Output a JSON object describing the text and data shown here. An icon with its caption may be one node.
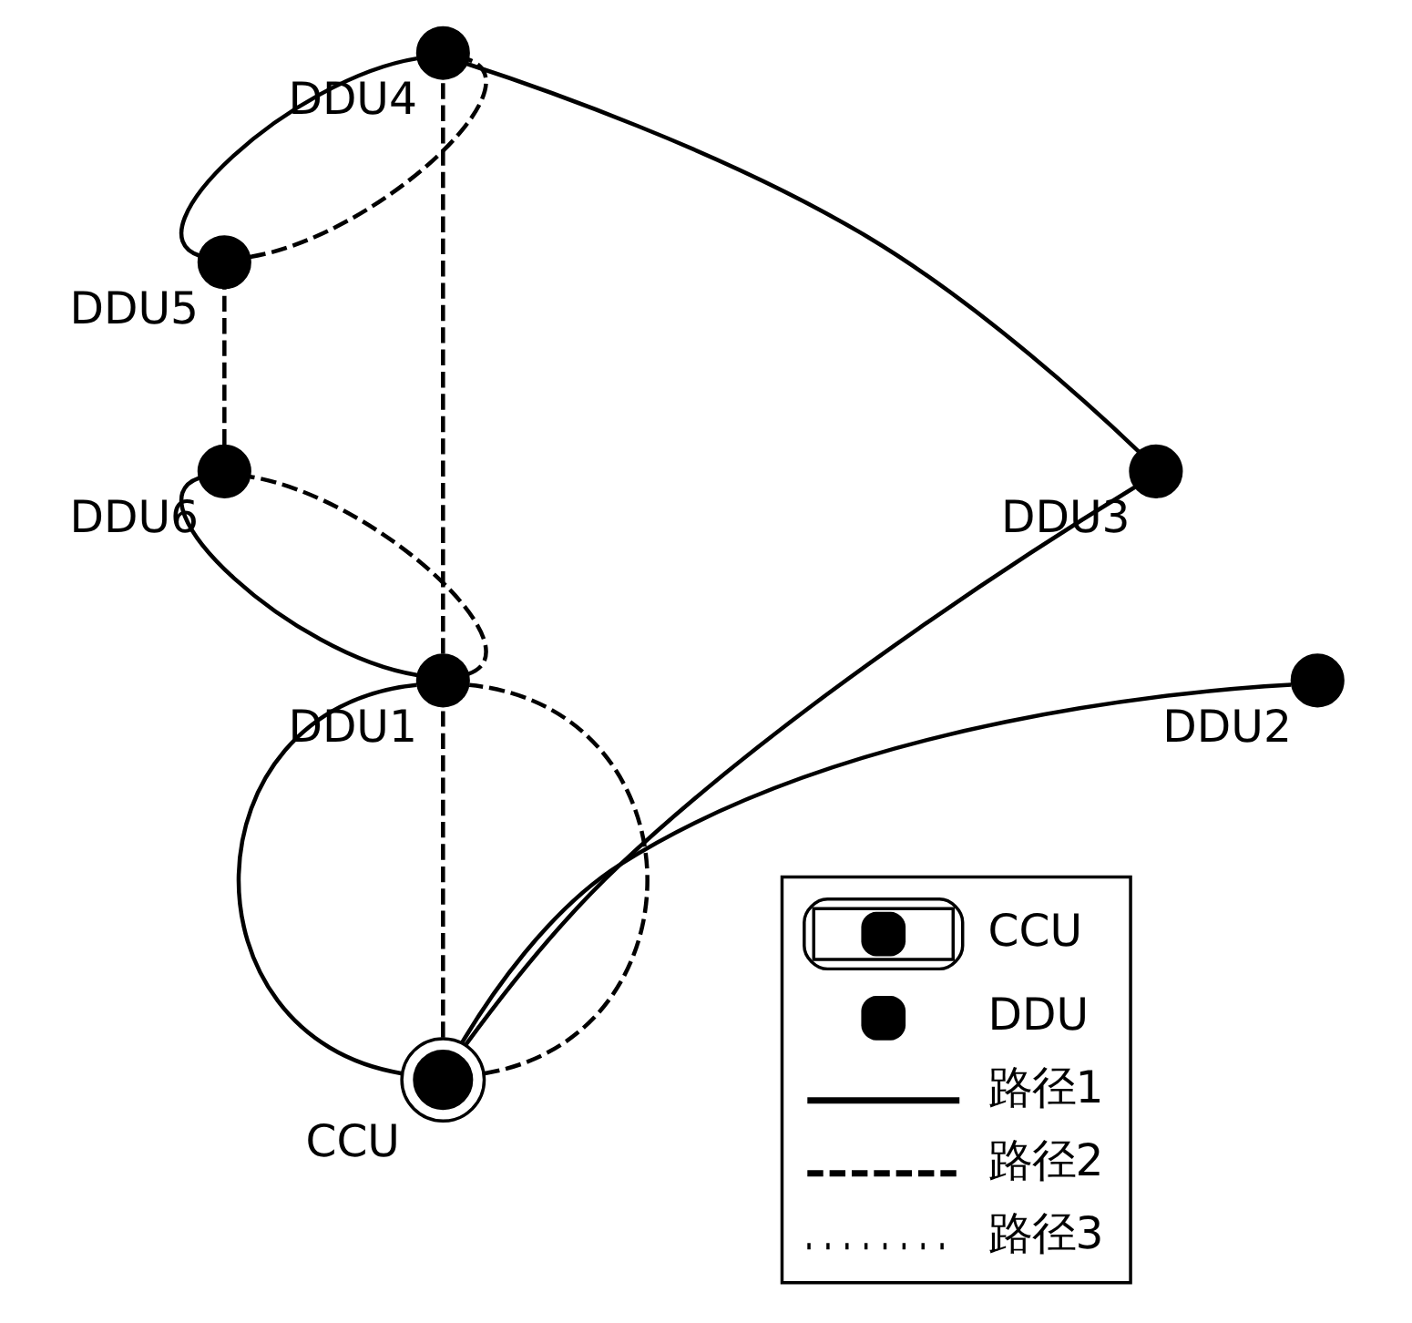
{
  "diagram": {
    "nodes": [
      {
        "text": [
          "DDU5"
        ]
      },
      {
        "text": [
          "DDU6"
        ]
      },
      {
        "text": [
          "DDU1"
        ]
      },
      {
        "text": [
          "DDU4"
        ]
      },
      {
        "text": [
          "CCU"
        ]
      },
      {
        "text": [
          "DDU3"
        ]
      },
      {
        "text": [
          "DDU2"
        ]
      }
    ],
    "edges": [
      {
        "from": 4,
        "to": 2,
        "arrow": "none"
      },
      {
        "from": 4,
        "to": 2,
        "arrow": "none",
        "style": "dashed"
      },
      {
        "from": 4,
        "to": 2,
        "arrow": "none",
        "style": "dashed"
      },
      {
        "from": 2,
        "to": 1,
        "arrow": "none"
      },
      {
        "from": 2,
        "to": 1,
        "arrow": "none",
        "style": "dashed"
      },
      {
        "from": 1,
        "to": 0,
        "arrow": "none",
        "style": "dashed"
      },
      {
        "from": 0,
        "to": 3,
        "arrow": "none"
      },
      {
        "from": 0,
        "to": 3,
        "arrow": "none",
        "style": "dashed"
      },
      {
        "from": 2,
        "to": 3,
        "arrow": "none",
        "style": "dashed"
      },
      {
        "from": 4,
        "to": 5,
        "arrow": "none"
      },
      {
        "from": 5,
        "to": 3,
        "arrow": "none"
      },
      {
        "from": 4,
        "to": 6,
        "arrow": "none"
      }
    ],
    "legend": [
      {
        "text": "CCU"
      },
      {
        "text": "DDU"
      },
      {
        "text": "路径1"
      },
      {
        "text": "路径2"
      },
      {
        "text": "路径3"
      }
    ]
  }
}
